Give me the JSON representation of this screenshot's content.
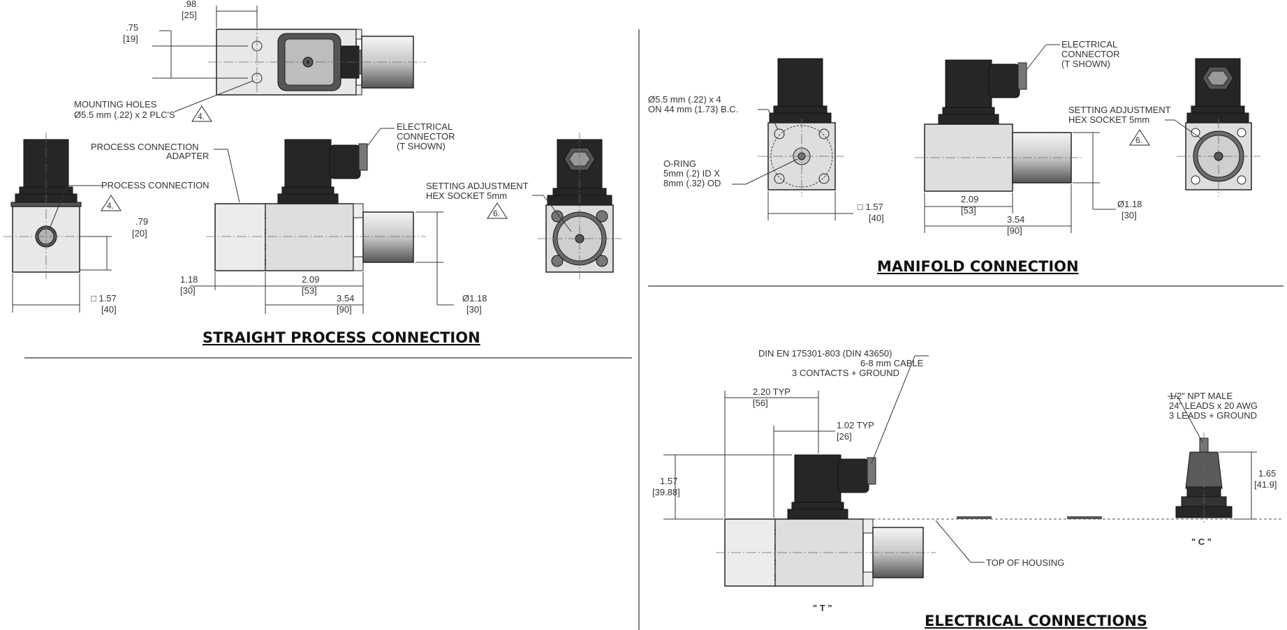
{
  "straight": {
    "title": "STRAIGHT PROCESS CONNECTION",
    "dim_098": ".98",
    "dim_098_mm": "[25]",
    "dim_075": ".75",
    "dim_075_mm": "[19]",
    "mounting_holes_1": "MOUNTING HOLES",
    "mounting_holes_2": "Ø5.5 mm (.22) x 2 PLC'S",
    "note_4": "4.",
    "adapter_1": "PROCESS CONNECTION",
    "adapter_2": "ADAPTER",
    "process_conn": "PROCESS CONNECTION",
    "conn_1": "ELECTRICAL",
    "conn_2": "CONNECTOR",
    "conn_3": "(T SHOWN)",
    "setting_1": "SETTING ADJUSTMENT",
    "setting_2": "HEX SOCKET 5mm",
    "note_6": "6.",
    "dim_079": ".79",
    "dim_079_mm": "[20]",
    "dim_157": "□ 1.57",
    "dim_157_mm": "[40]",
    "dim_118": "1.18",
    "dim_118_mm": "[30]",
    "dim_209": "2.09",
    "dim_209_mm": "[53]",
    "dim_354": "3.54",
    "dim_354_mm": "[90]",
    "dim_dia118": "Ø1.18",
    "dim_dia118_mm": "[30]"
  },
  "manifold": {
    "title": "MANIFOLD CONNECTION",
    "bolt_1": "Ø5.5 mm (.22) x 4",
    "bolt_2": "ON 44 mm (1.73) B.C.",
    "oring_1": "O-RING",
    "oring_2": "5mm (.2) ID X",
    "oring_3": "8mm (.32) OD",
    "conn_1": "ELECTRICAL",
    "conn_2": "CONNECTOR",
    "conn_3": "(T SHOWN)",
    "setting_1": "SETTING ADJUSTMENT",
    "setting_2": "HEX SOCKET 5mm",
    "note_6": "6.",
    "dim_157": "□ 1.57",
    "dim_157_mm": "[40]",
    "dim_209": "2.09",
    "dim_209_mm": "[53]",
    "dim_354": "3.54",
    "dim_354_mm": "[90]",
    "dim_dia118": "Ø1.18",
    "dim_dia118_mm": "[30]"
  },
  "electrical": {
    "title": "ELECTRICAL CONNECTIONS",
    "din_1": "DIN EN 175301-803 (DIN 43650)",
    "din_2": "6-8 mm CABLE",
    "din_3": "3 CONTACTS + GROUND",
    "dim_220": "2.20  TYP",
    "dim_220_mm": "[56]",
    "dim_102": "1.02  TYP",
    "dim_102_mm": "[26]",
    "dim_157": "1.57",
    "dim_157_mm": "[39.88]",
    "top_housing": "TOP OF HOUSING",
    "label_t": "\" T \"",
    "npt_1": "1/2\" NPT MALE",
    "npt_2": "24\" LEADS x 20 AWG",
    "npt_3": "3 LEADS + GROUND",
    "dim_165": "1.65",
    "dim_165_mm": "[41.9]",
    "label_c": "\" C \""
  },
  "colors": {
    "body": "#dedede",
    "connector": "#262626",
    "line": "#333333"
  }
}
